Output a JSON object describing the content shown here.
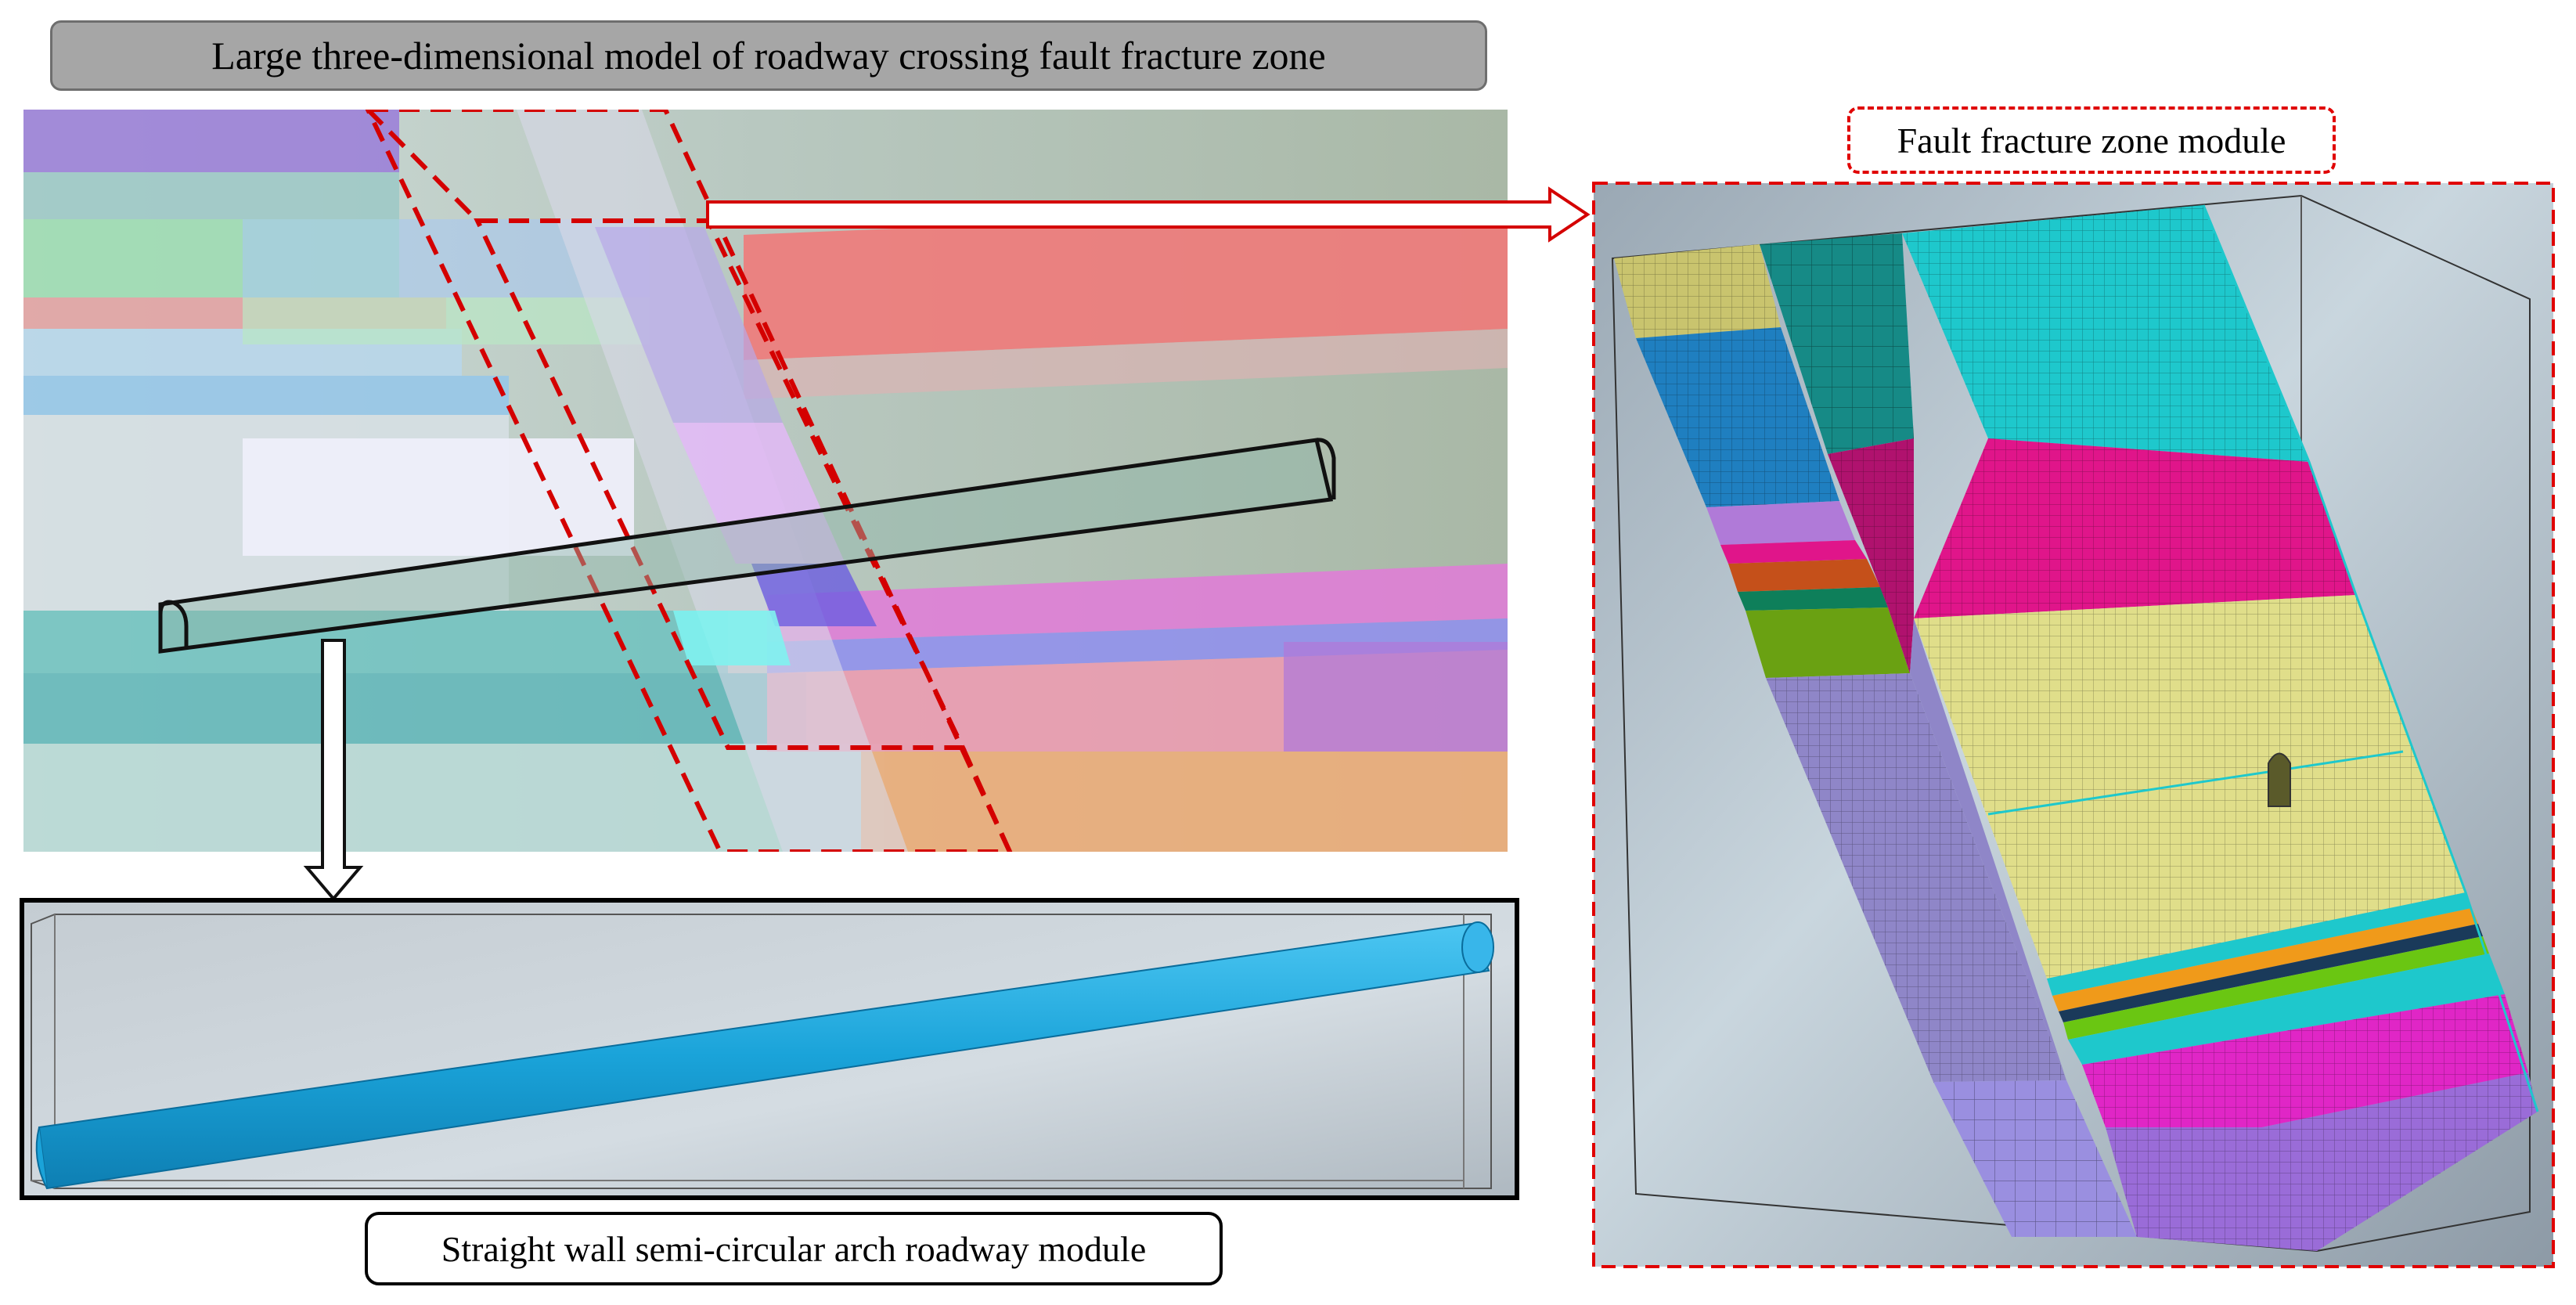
{
  "labels": {
    "main_title": "Large three-dimensional model of roadway crossing fault fracture zone",
    "fault_module": "Fault fracture zone module",
    "roadway_module": "Straight wall semi-circular arch roadway module"
  },
  "colors": {
    "title_bg": "#a6a6a6",
    "dashed_red": "#e00000",
    "roadway_cyan": "#1aa3d9",
    "mesh_cyan": "#1ec8cc",
    "mesh_magenta": "#e0158a",
    "mesh_khaki": "#e0de8a",
    "mesh_teal": "#168a86",
    "mesh_blue": "#1f7fc0",
    "mesh_lavender": "#8f86c8",
    "mesh_purple": "#9a6cd8"
  },
  "icons": {
    "down_arrow": "hollow-down-arrow",
    "right_arrow": "hollow-right-arrow"
  }
}
